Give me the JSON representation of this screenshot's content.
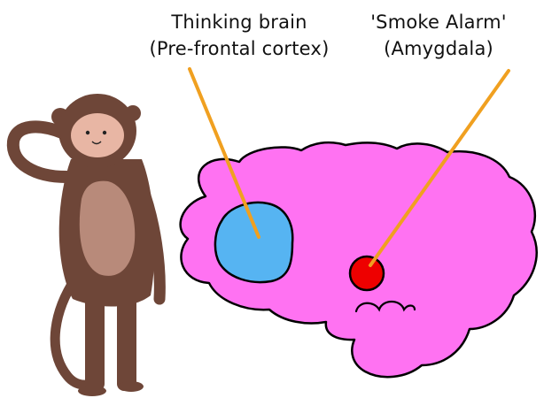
{
  "labels": {
    "prefrontal": {
      "line1": "Thinking brain",
      "line2": "(Pre-frontal cortex)"
    },
    "amygdala": {
      "line1": "'Smoke Alarm'",
      "line2": "(Amygdala)"
    }
  },
  "colors": {
    "brain": "#ff72f2",
    "prefrontal_cortex": "#56b4f2",
    "amygdala": "#ee0000",
    "pointer_line": "#f0a020",
    "monkey_fur": "#6e4638",
    "monkey_belly": "#b88a7a",
    "monkey_face": "#e8b6a4"
  }
}
